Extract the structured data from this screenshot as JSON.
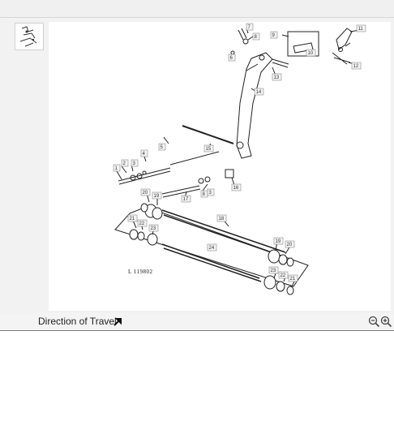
{
  "viewer": {
    "reference": "L 119802",
    "part_labels": [
      "1",
      "2",
      "3",
      "4",
      "5",
      "6",
      "7",
      "8",
      "9",
      "10",
      "11",
      "12",
      "13",
      "14",
      "15",
      "16",
      "17",
      "18",
      "19",
      "20",
      "21",
      "22",
      "23",
      "24"
    ],
    "direction_label": "Direction of Travel"
  },
  "toolbar": {
    "direction_icon": "arrow-icon",
    "zoom_out_icon": "zoom-out-icon",
    "zoom_in_icon": "zoom-in-icon"
  }
}
